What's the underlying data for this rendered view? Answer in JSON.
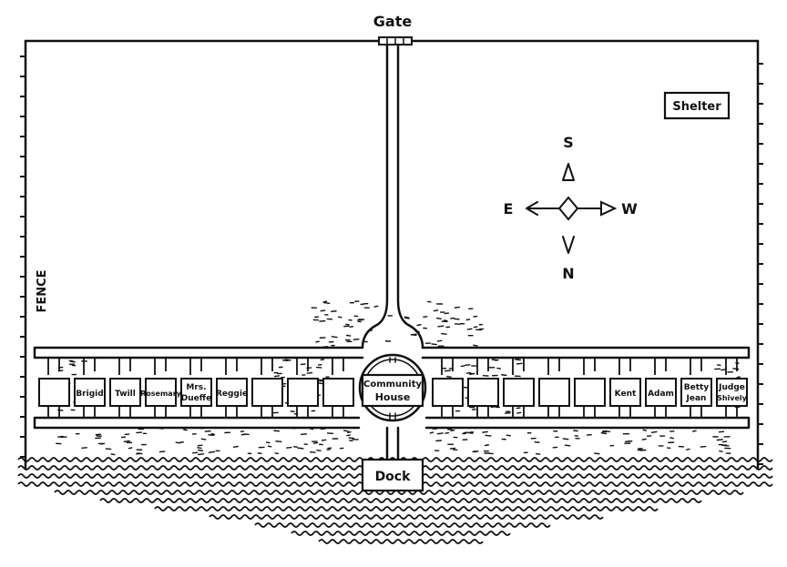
{
  "labels": {
    "gate": "Gate",
    "fence": "FENCE",
    "shelter": "Shelter",
    "community_line1": "Community",
    "community_line2": "House",
    "dock": "Dock"
  },
  "compass": {
    "north": "N",
    "south": "S",
    "east": "E",
    "west": "W"
  },
  "houses_left": [
    {
      "line1": "",
      "line2": ""
    },
    {
      "line1": "Brigid",
      "line2": ""
    },
    {
      "line1": "Twill",
      "line2": ""
    },
    {
      "line1": "Rosemary",
      "line2": ""
    },
    {
      "line1": "Mrs.",
      "line2": "Dueffe"
    },
    {
      "line1": "Reggie",
      "line2": ""
    },
    {
      "line1": "",
      "line2": ""
    },
    {
      "line1": "",
      "line2": ""
    },
    {
      "line1": "",
      "line2": ""
    }
  ],
  "houses_right": [
    {
      "line1": "",
      "line2": ""
    },
    {
      "line1": "",
      "line2": ""
    },
    {
      "line1": "",
      "line2": ""
    },
    {
      "line1": "",
      "line2": ""
    },
    {
      "line1": "",
      "line2": ""
    },
    {
      "line1": "Kent",
      "line2": ""
    },
    {
      "line1": "Adam",
      "line2": ""
    },
    {
      "line1": "Betty",
      "line2": "Jean"
    },
    {
      "line1": "Judge",
      "line2": "Shively"
    }
  ]
}
